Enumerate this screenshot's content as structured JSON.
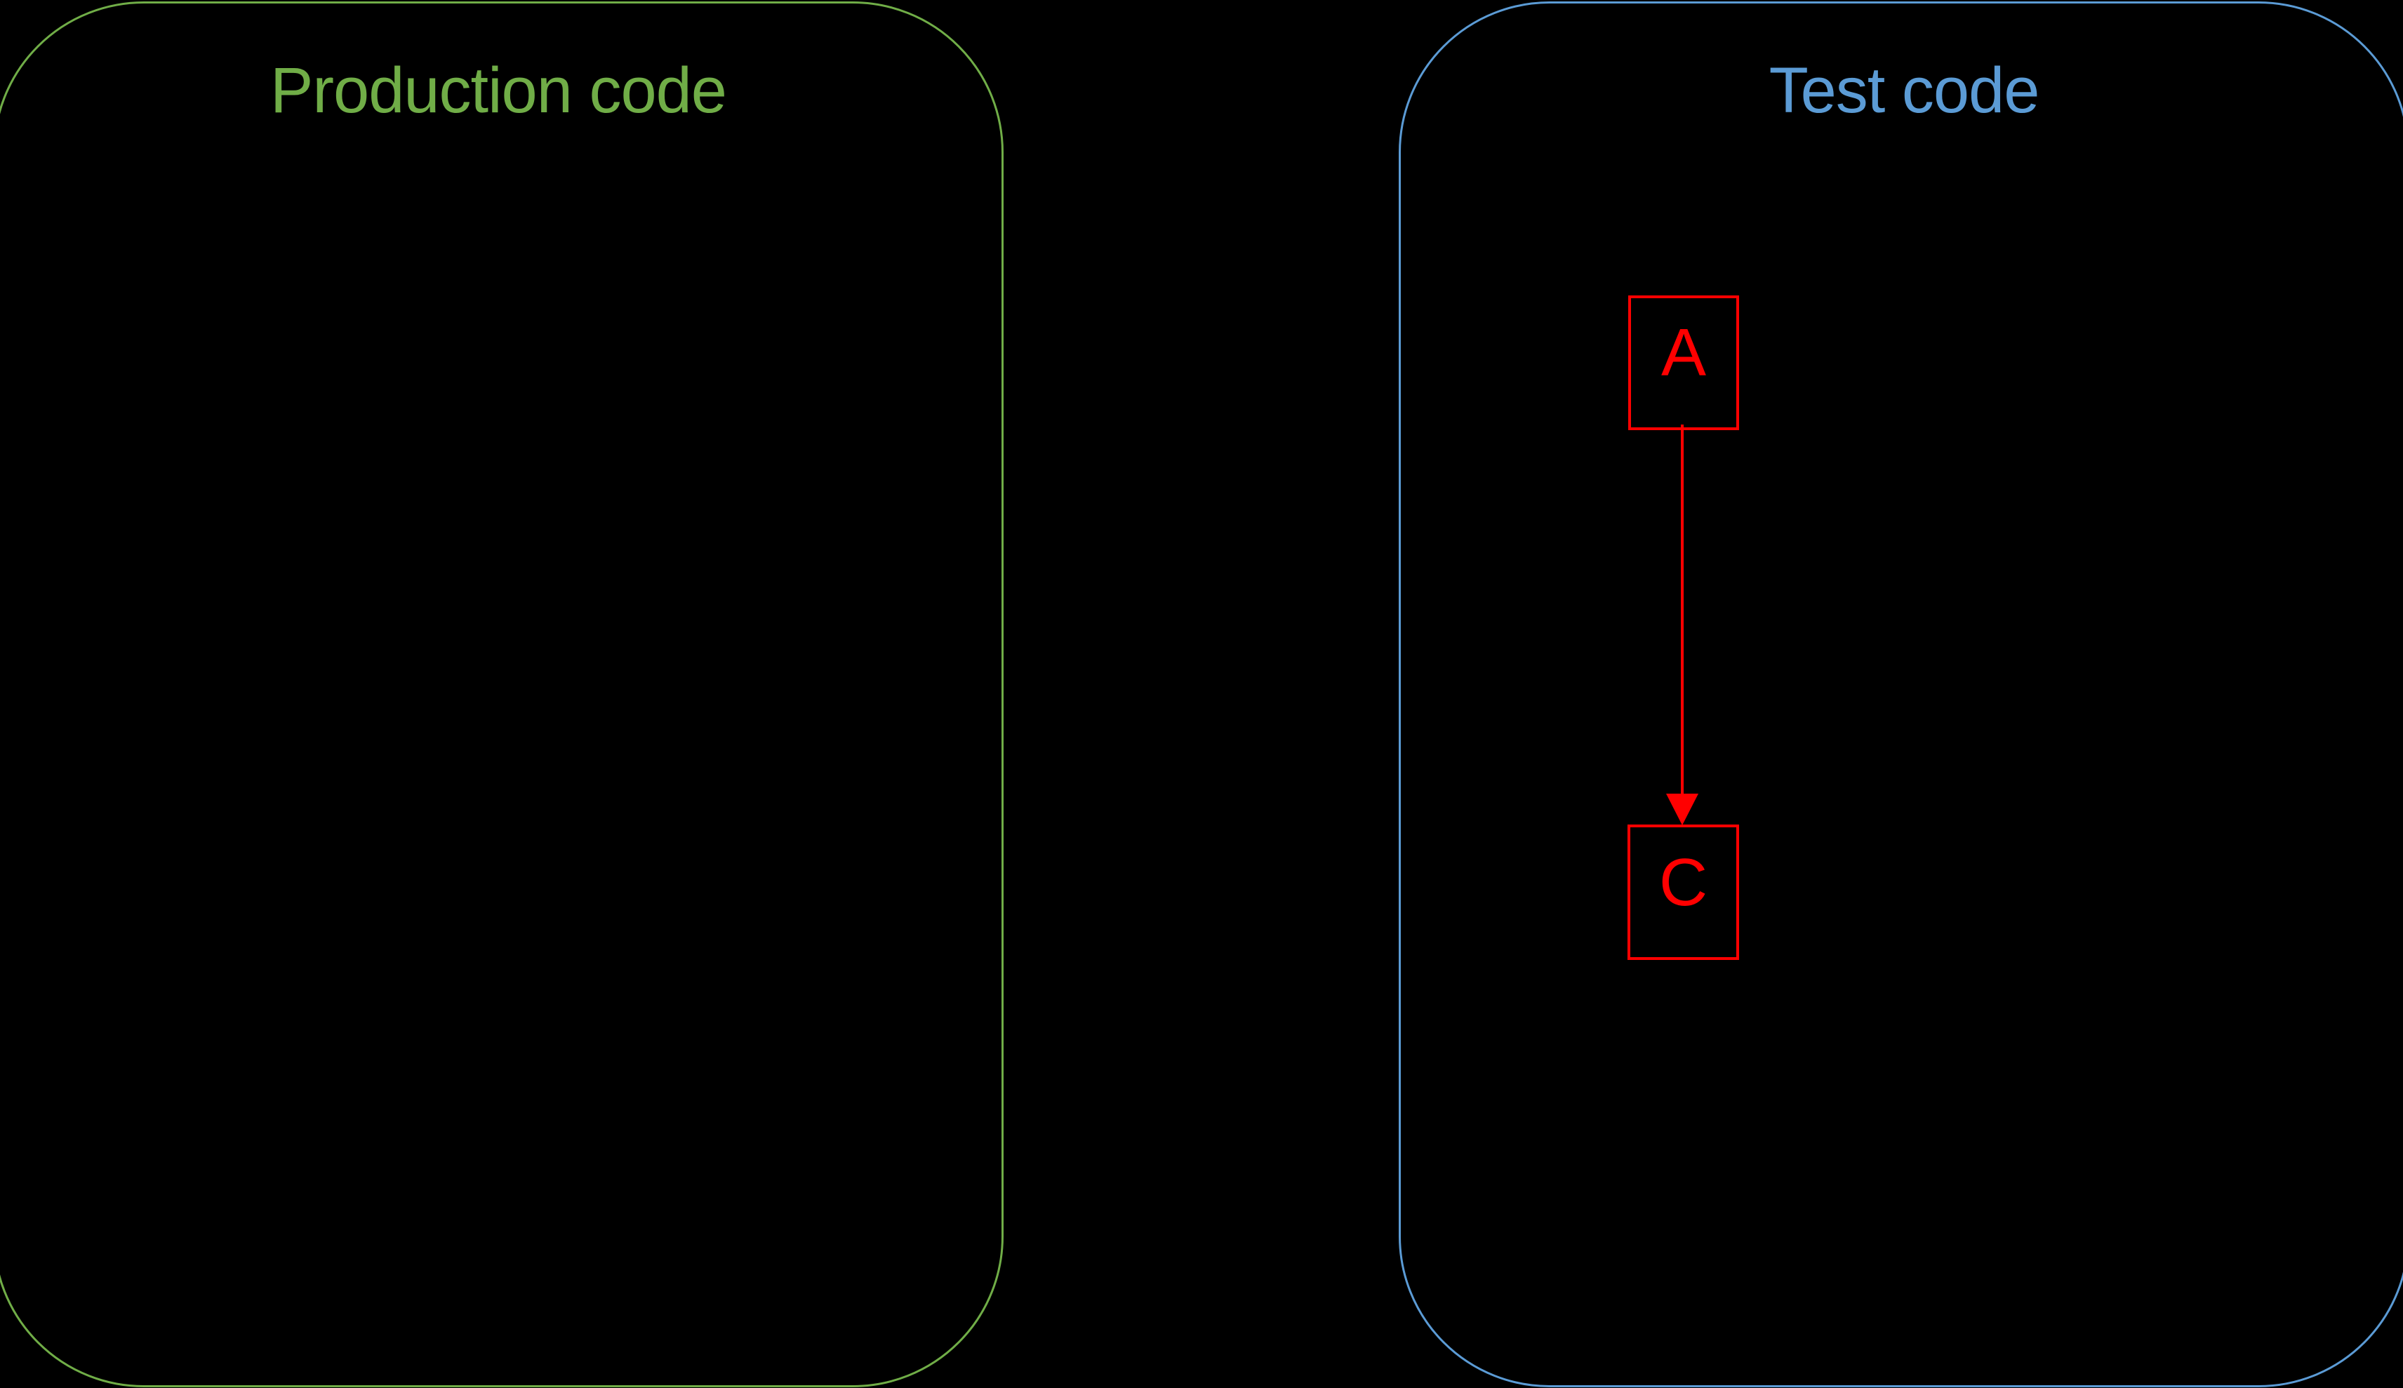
{
  "diagram": {
    "type": "dependency-diagram",
    "background_color": "#000000",
    "panels": [
      {
        "id": "production",
        "title": "Production code",
        "border_color": "#70AD47",
        "title_color": "#70AD47",
        "nodes": [],
        "edges": []
      },
      {
        "id": "test",
        "title": "Test code",
        "border_color": "#5B9BD5",
        "title_color": "#5B9BD5",
        "nodes": [
          {
            "id": "A",
            "label": "A",
            "color": "#FF0000"
          },
          {
            "id": "C",
            "label": "C",
            "color": "#FF0000"
          }
        ],
        "edges": [
          {
            "from": "A",
            "to": "C",
            "color": "#FF0000",
            "style": "solid",
            "arrowhead": "filled-triangle"
          }
        ]
      }
    ]
  }
}
